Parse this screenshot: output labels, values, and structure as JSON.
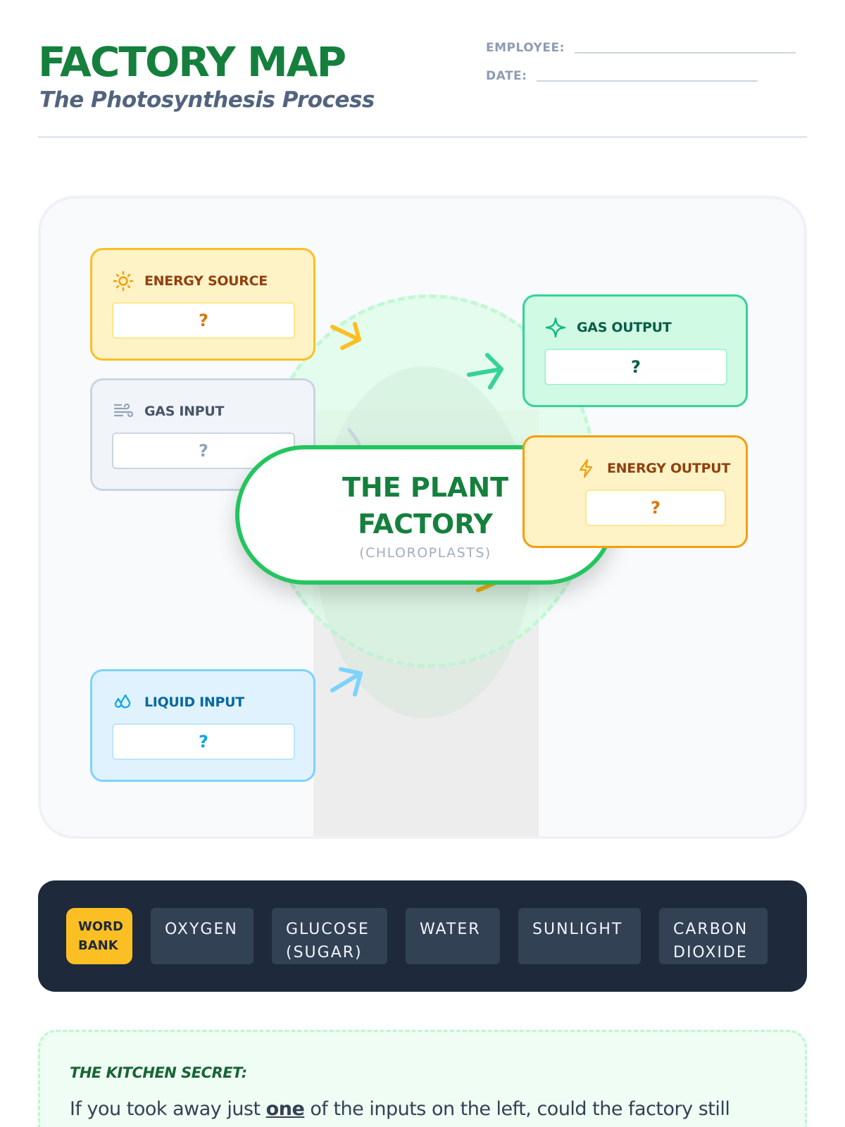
{
  "header": {
    "title": "FACTORY MAP",
    "subtitle": "The Photosynthesis Process",
    "employee_label": "EMPLOYEE:",
    "employee_value": "",
    "date_label": "DATE:",
    "date_value": ""
  },
  "map": {
    "factory": {
      "title": "THE PLANT FACTORY",
      "subtitle": "(CHLOROPLASTS)",
      "color": "#22c55e"
    },
    "inputs": [
      {
        "label": "ENERGY SOURCE",
        "icon": "sun-icon",
        "answer": "?",
        "color": "#fbbf24"
      },
      {
        "label": "GAS INPUT",
        "icon": "wind-icon",
        "answer": "?",
        "color": "#cbd5e1"
      },
      {
        "label": "LIQUID INPUT",
        "icon": "droplets-icon",
        "answer": "?",
        "color": "#7dd3fc"
      }
    ],
    "outputs": [
      {
        "label": "GAS OUTPUT",
        "icon": "sparkle-icon",
        "answer": "?",
        "color": "#34d399"
      },
      {
        "label": "ENERGY OUTPUT",
        "icon": "bolt-icon",
        "answer": "?",
        "color": "#f59e0b"
      }
    ]
  },
  "word_bank": {
    "badge": "WORD\nBANK",
    "words": [
      "OXYGEN",
      "GLUCOSE\n(SUGAR)",
      "WATER",
      "SUNLIGHT",
      "CARBON\nDIOXIDE"
    ],
    "accent": "#fbbf24"
  },
  "kitchen_secret": {
    "title": "THE KITCHEN SECRET:",
    "text_before": "If you took away just ",
    "text_emphasis": "one",
    "text_after": " of the inputs on the left, could the factory still"
  }
}
